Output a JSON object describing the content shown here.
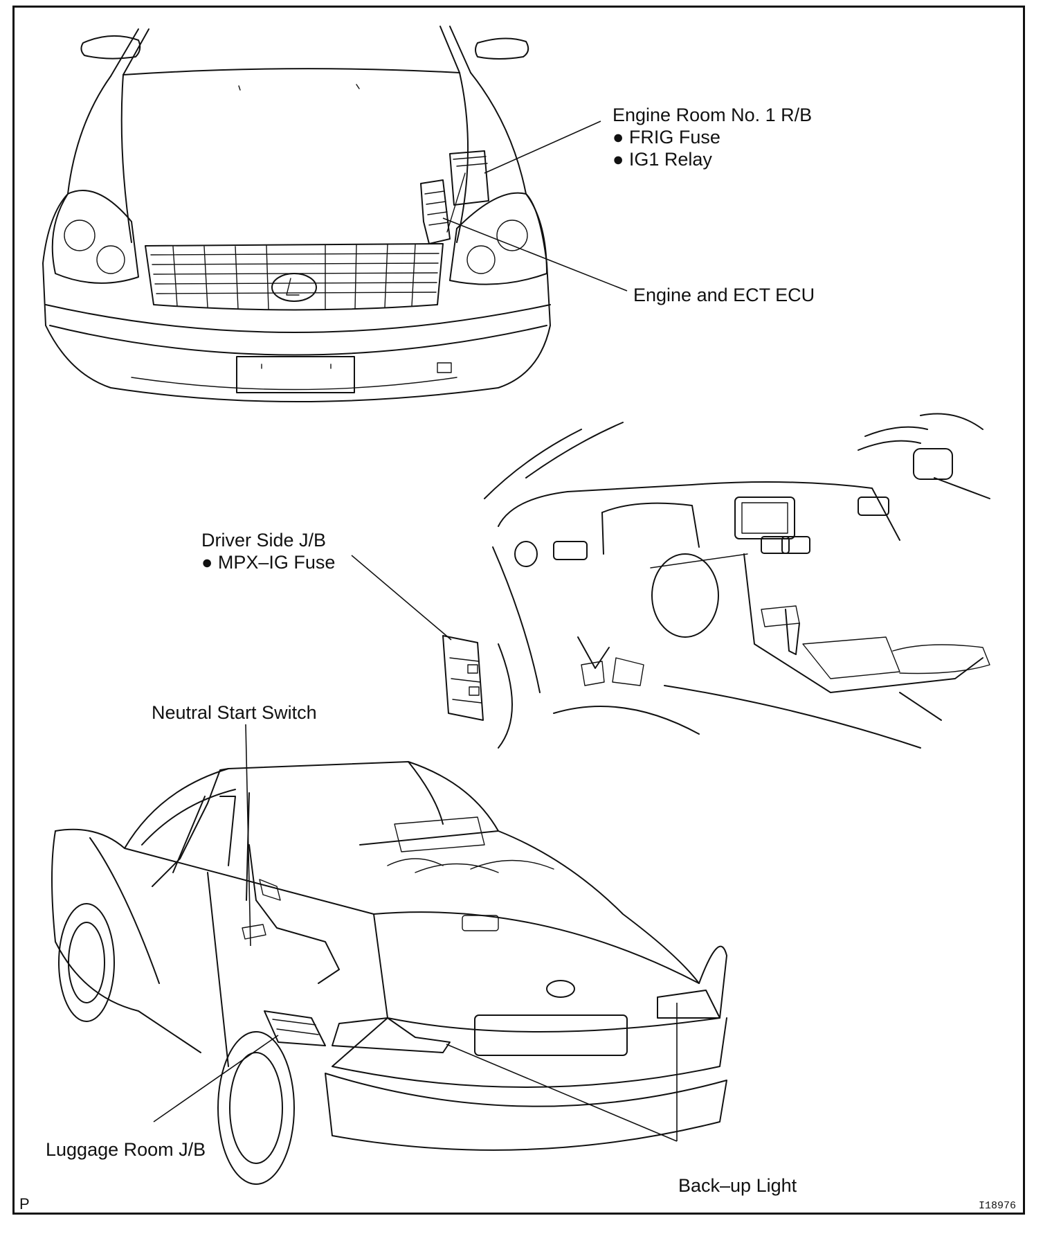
{
  "labels": {
    "engine_room_rb": {
      "title": "Engine Room No. 1 R/B",
      "items": [
        "FRIG Fuse",
        "IG1 Relay"
      ]
    },
    "engine_ect_ecu": "Engine and ECT ECU",
    "driver_side_jb": {
      "title": "Driver Side J/B",
      "items": [
        "MPX–IG Fuse"
      ]
    },
    "neutral_start_switch": "Neutral Start Switch",
    "luggage_room_jb": "Luggage Room J/B",
    "back_up_light": "Back–up Light"
  },
  "corner_mark": "P",
  "figure_code": "I18976",
  "bullet": "●"
}
